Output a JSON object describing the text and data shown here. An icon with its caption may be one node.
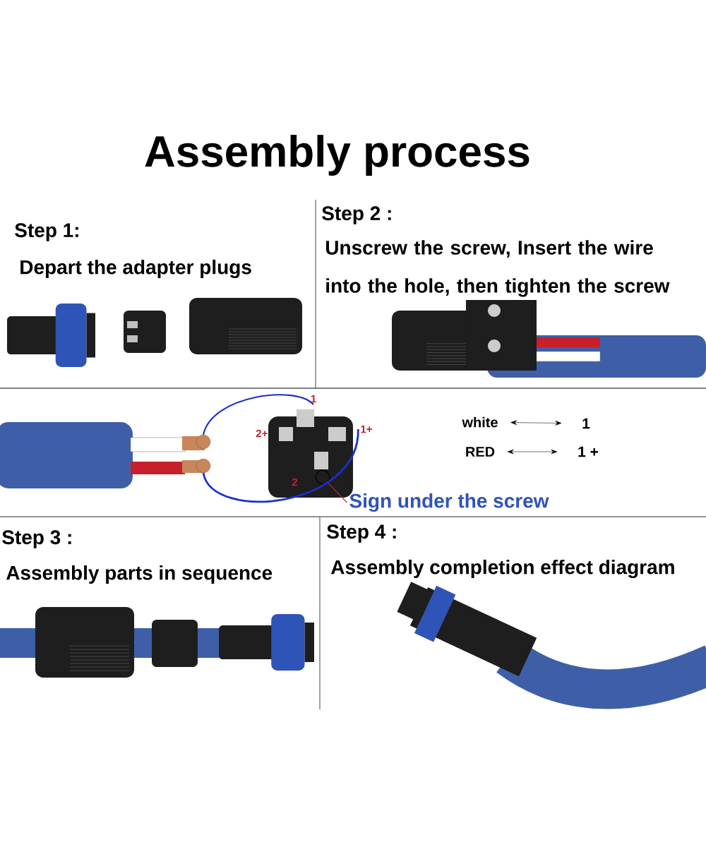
{
  "diagram": {
    "title": "Assembly process",
    "nodes": [
      {
        "text": [
          "white"
        ]
      },
      {
        "text": [
          "1"
        ]
      },
      {
        "text": [
          "RED"
        ]
      },
      {
        "text": [
          "1 +"
        ]
      },
      {
        "text": [
          "Sign under the screw"
        ]
      },
      {
        "text": [],
        "shape": "circle"
      },
      {
        "text": [],
        "shape": "circle"
      },
      {
        "text": [],
        "shape": "circle"
      },
      {
        "text": [
          "1"
        ]
      },
      {
        "text": [
          "1+"
        ]
      }
    ],
    "edges": [
      {
        "from": 0,
        "to": 1,
        "arrow": "both"
      },
      {
        "from": 2,
        "to": 3,
        "arrow": "both"
      },
      {
        "from": 4,
        "to": 5,
        "arrow": "none",
        "color": "#c0282d"
      },
      {
        "from": 6,
        "to": 8,
        "arrow": "none",
        "color": "#1a2fd0"
      },
      {
        "from": 7,
        "to": 9,
        "arrow": "none",
        "color": "#1a2fd0"
      }
    ],
    "labels": [
      "Step 1:",
      "Depart the adapter plugs",
      "Step 2 :",
      "Unscrew the screw, Insert the wire into the hole, then tighten the screw",
      "2+",
      "2",
      "Step 3 :",
      "Assembly parts in sequence",
      "Step 4 :",
      "Assembly completion effect diagram"
    ]
  }
}
